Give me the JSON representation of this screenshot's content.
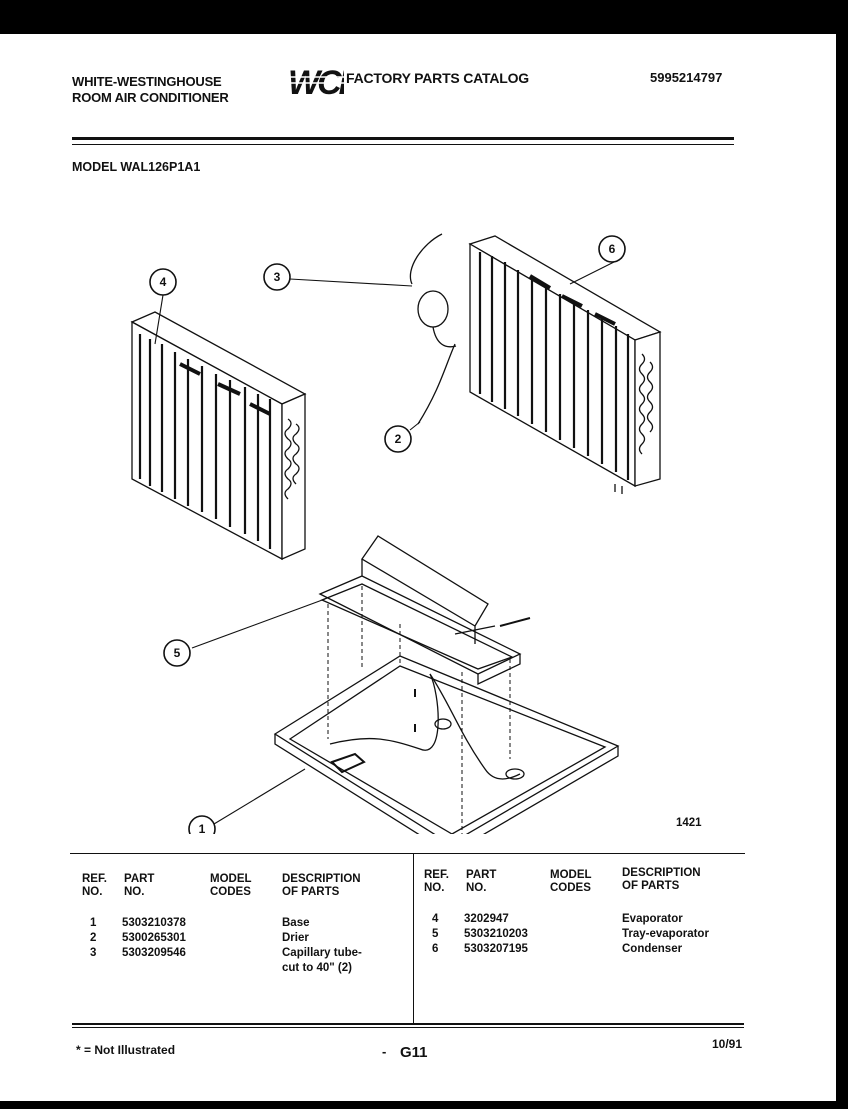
{
  "header": {
    "brand_line1": "WHITE-WESTINGHOUSE",
    "brand_line2": "ROOM AIR CONDITIONER",
    "logo_text": "WCI",
    "catalog_title": "FACTORY PARTS CATALOG",
    "catalog_number": "5995214797"
  },
  "model": "MODEL WAL126P1A1",
  "figure_number": "1421",
  "callouts": [
    "1",
    "2",
    "3",
    "4",
    "5",
    "6"
  ],
  "table": {
    "headers": {
      "ref": "REF.\nNO.",
      "part": "PART\nNO.",
      "model_codes": "MODEL\nCODES",
      "description": "DESCRIPTION\nOF PARTS"
    },
    "left_rows": [
      {
        "ref": "1",
        "part": "5303210378",
        "description": "Base"
      },
      {
        "ref": "2",
        "part": "5300265301",
        "description": "Drier"
      },
      {
        "ref": "3",
        "part": "5303209546",
        "description": "Capillary tube-",
        "description_line2": "cut to 40\" (2)"
      }
    ],
    "right_rows": [
      {
        "ref": "4",
        "part": "3202947",
        "description": "Evaporator"
      },
      {
        "ref": "5",
        "part": "5303210203",
        "description": "Tray-evaporator"
      },
      {
        "ref": "6",
        "part": "5303207195",
        "description": "Condenser"
      }
    ]
  },
  "footer": {
    "note": "* = Not Illustrated",
    "dash": "-",
    "page_code": "G11",
    "date": "10/91"
  },
  "colors": {
    "ink": "#111111",
    "frame": "#000000",
    "paper": "#ffffff"
  }
}
